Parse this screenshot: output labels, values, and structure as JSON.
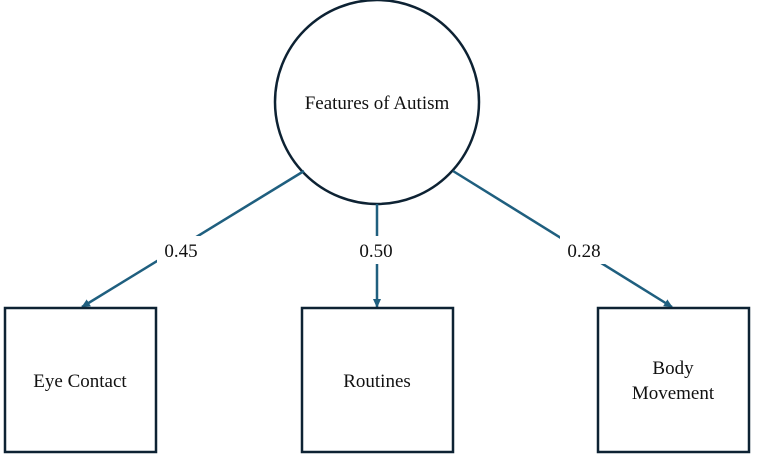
{
  "diagram": {
    "latent": {
      "label": "Features of Autism"
    },
    "indicators": [
      {
        "lines": [
          "Eye Contact"
        ],
        "loading": "0.45"
      },
      {
        "lines": [
          "Routines"
        ],
        "loading": "0.50"
      },
      {
        "lines": [
          "Body",
          "Movement"
        ],
        "loading": "0.28"
      }
    ],
    "colors": {
      "outline": "#0d2233",
      "arrow": "#1f5f7f",
      "text": "#111111"
    }
  }
}
